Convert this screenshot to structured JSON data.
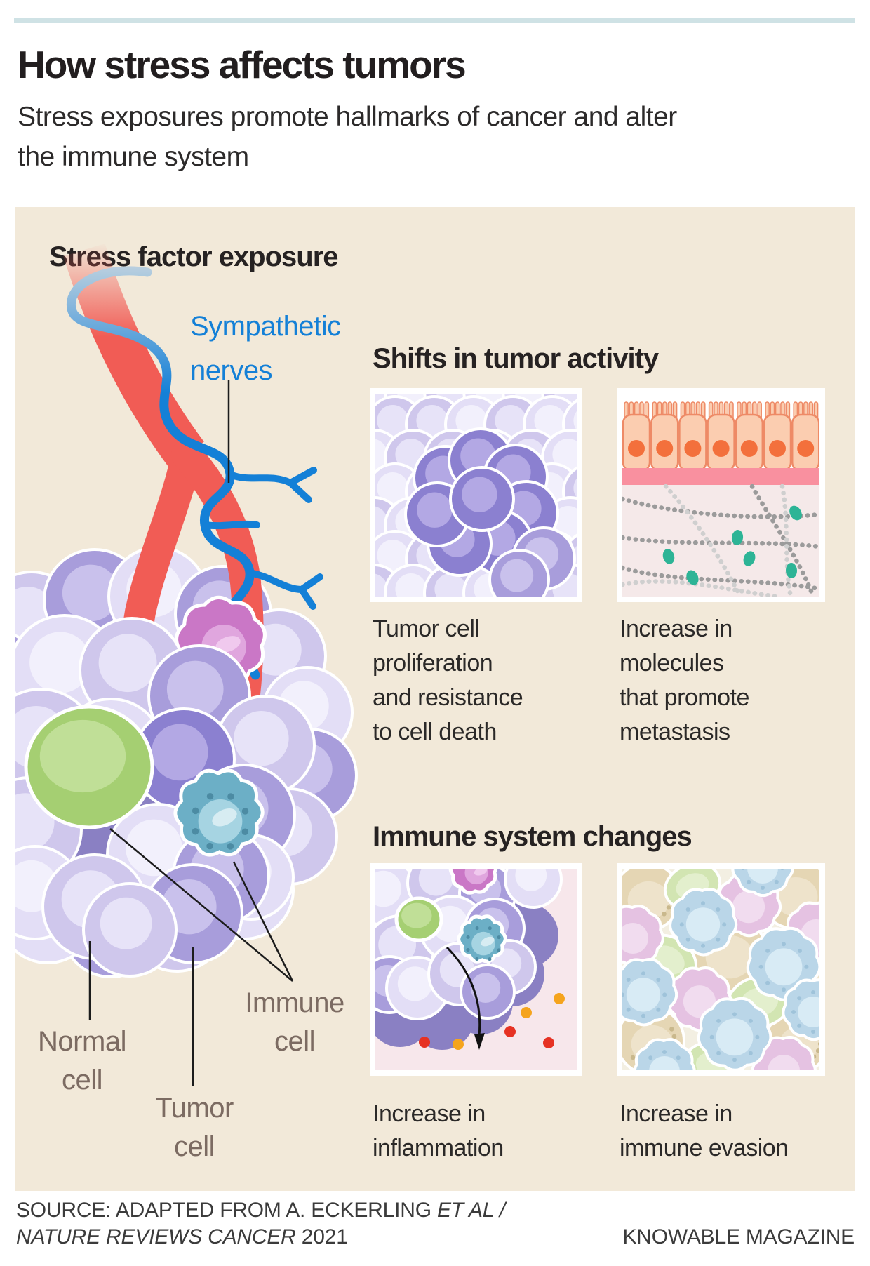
{
  "header": {
    "title": "How stress affects tumors",
    "subtitle": "Stress exposures promote hallmarks of cancer and alter\nthe immune system"
  },
  "diagram": {
    "heading_left": "Stress factor exposure",
    "nerve_label": "Sympathetic\nnerves",
    "cell_labels": {
      "normal": "Normal\ncell",
      "tumor": "Tumor\ncell",
      "immune": "Immune\ncell"
    },
    "sections": [
      {
        "heading": "Shifts in tumor activity",
        "panels": [
          {
            "name": "tumor-proliferation",
            "caption": "Tumor cell\nproliferation\nand resistance\nto cell death"
          },
          {
            "name": "metastasis-molecules",
            "caption": "Increase in\nmolecules\nthat promote\nmetastasis"
          }
        ]
      },
      {
        "heading": "Immune system changes",
        "panels": [
          {
            "name": "inflammation",
            "caption": "Increase in\ninflammation"
          },
          {
            "name": "immune-evasion",
            "caption": "Increase in\nimmune evasion"
          }
        ]
      }
    ],
    "colors": {
      "top_bar": "#cfe2e5",
      "panel_beige": "#f2e9d9",
      "accent_blue": "#1480d7",
      "nerve_light": "#b9cfdf",
      "vessel_red": "#f15c55",
      "ring_purple": "#8a80c3",
      "cell_light": "#cfc7ec",
      "cell_light_nucleus": "#e7e3f8",
      "cell_xlight": "#e3def6",
      "cell_xlight_nucleus": "#f2f0fc",
      "cell_mid": "#a89ddb",
      "cell_mid_nucleus": "#c9c1ec",
      "cell_dark": "#8b80d0",
      "cell_dark_nucleus": "#b3a8e4",
      "green_cell": "#a5cf72",
      "green_cell_inner": "#c0df97",
      "teal_cell": "#6cafc6",
      "teal_nucleus": "#a6d4e2",
      "teal_dots": "#4c8ba3",
      "pink_cell": "#ca77c6",
      "pink_nucleus": "#e0a6de",
      "pink_highlight": "#f2cdf0",
      "epithelium": "#fbcdb0",
      "epithelium_outline": "#ee8a66",
      "epithelium_nucleus": "#f3703c",
      "basement_pink": "#f9909f",
      "matrix_bg": "#f5e9e9",
      "chain_gray": "#9b9b9b",
      "chain_light": "#cfcfcf",
      "molecule_teal": "#2db496",
      "inflammation_bg": "#f7e7eb",
      "dot_red": "#e63223",
      "dot_orange": "#f5a41d",
      "pastel_tan": "#e5d6b4",
      "pastel_tan_nucleus": "#eee3cb",
      "pastel_tan_dots": "#c9b88c",
      "pastel_blue": "#bad6e8",
      "pastel_blue_nucleus": "#d8ebf5",
      "pastel_pink": "#e5c2e2",
      "pastel_pink_nucleus": "#f1dcef",
      "pastel_green": "#d2e5b2",
      "pastel_green_nucleus": "#e3efcd",
      "pointer_line": "#1c1c1c",
      "label_gray": "#7c6b62"
    }
  },
  "footer": {
    "source_line1_regular": "SOURCE: ADAPTED FROM A. ECKERLING ",
    "source_line1_italic": "ET AL /",
    "source_line2_italic": "NATURE REVIEWS CANCER",
    "source_line2_regular": " 2021",
    "credit": "KNOWABLE MAGAZINE"
  }
}
